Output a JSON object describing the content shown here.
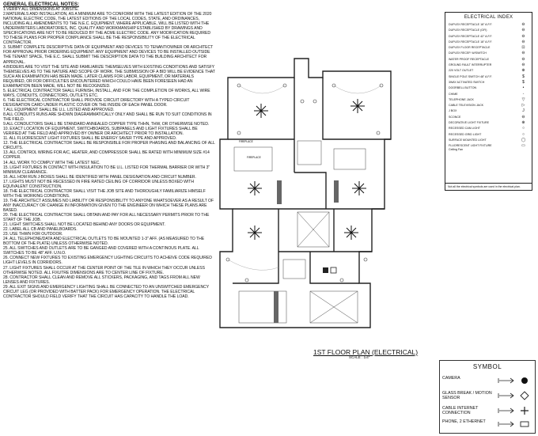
{
  "general_notes": {
    "title": "GENERAL ELECTRICAL NOTES:",
    "items": [
      "1.VERIFY ALL DIMENSIONS AT JOBSITE.",
      "2.MATERIALS AND INSTALLATION, AS A MINIMUM ARE TO CONFORM WITH THE LATEST EDITION OF THE 2020 NATIONAL ELECTRIC CODE, THE LATEST EDITIONS OF THE LOCAL CODES, STATE, AND ORDINANCES, INCLUDING ALL AMENDMENTS TO THE N.E.C. EQUIPMENT, WHERE APPLICABLE, WILL BE LISTED WITH THE UNDERWRITERS LABORATORIES, INC. QUALITY AND WORKMANSHIP ESTABLISHED BY DRAWINGS AND SPECIFICATIONS ARE NOT TO BE REDUCED BY THE ACME ELECTRIC CODE. ANY MODIFICATION REQUIRED TO THESE PLANS FOR PROPER COMPLIANCE SHALL BE THE RESPONSIBILITY OF THE ELECTRICAL CONTRACTOR.",
      "3. SUBMIT COMPLETE DESCRIPTIVE DATA OF EQUIPMENT AND DEVICES TO TENANT/OWNER OR ARCHITECT FOR APPROVAL PRIOR ORDERING EQUIPMENT. ANY EQUIPMENT AND DEVICES TO BE INSTALLED OUTSIDE THE TENANT SPACE, THE E.C. SHALL SUBMIT THE DESCRIPTION DATA TO THE BUILDING ARCHITECT FOR APPROVAL.",
      "4.BIDDERS ARE TO VISIT THE SITE AND FAMILIARIZE THEMSELVES WITH EXISTING CONDITIONS AND SATISFY THEMSELVES AS TO THE NATURE AND SCOPE OF WORK. THE SUBMISSION OF A BID WILL BE EVIDENCE THAT SUCH AN EXAMINATION HAS BEEN MADE. LATER CLAIMS FOR LABOR, EQUIPMENT, OR MATERIALS REQUIRED, OR FOR DIFFICULTIES ENCOUNTERED WHICH COULD HAVE BEEN FORESEEN HAD AN EXAMINATION BEEN MADE, WILL NOT BE RECOGNIZED.",
      "5. ELECTRICAL CONTRACTOR SHALL FURNISH, INSTALL, AND FOR THE COMPLETION OF WORKS, ALL WIRE WAYS, CONDUITS, CONNECTORS, OUTLETS ETC.",
      "6. THE ELECTRICAL CONTRACTOR SHALL PROVIDE CIRCUIT DIRECTORY WITH A TYPED CIRCUIT DESIGNATION CARD UNDER PLASTIC COVER ON THE INSIDE OF EACH PANEL DOOR.",
      "7.ALL EQUIPMENT SHALL BE U.L. LISTED AND APPROVED.",
      "8.ALL CONDUITS RUNS ARE SHOWN DIAGRAMMATICALLY ONLY AND SHALL BE RUN TO SUIT CONDITIONS IN THE FIELD.",
      "9.ALL CONDUCTORS SHALL BE STANDARD ANNEALED COPPER TYPE THHN, THW, OR OTHERWISE NOTED.",
      "10. EXACT LOCATION OF EQUIPMENT, SWITCHBOARDS, SUBPANELS AND LIGHT FIXTURES SHALL BE VERIFIED AT THE FIELD AND APPROVED BY OWNER OR ARCHITECT PRIOR TO INSTALLATION.",
      "11. ALL FLUORESCENT LIGHT FIXTURES SHALL BE ENERGY SAVER TYPE AND APPROVED.",
      "12. THE ELECTRICAL CONTRACTOR SHALL BE RESPONSIBLE FOR PROPER PHASING AND BALANCING OF ALL CIRCUITS.",
      "13. ALL CONTROL WIRING FOR A/C, HEATER, AND COMPRESSOR SHALL BE RATED WITH MINIMUM SIZE #14 COPPER.",
      "14. ALL WORK TO COMPLY WITH THE LATEST NEC.",
      "15. LIGHT FIXTURES IN CONTACT WITH INSULATION TO BE U.L. LISTED FOR THERMAL BARRIER OR WITH 3\" MINIMUM CLEARANCE.",
      "16. ALL HOM RUN J-BOXES SHALL BE IDENTIFIED WITH PANEL DESIGNATION AND CIRCUIT NUMBER.",
      "17. LIGHTS MUST NOT BE RECESSED IN FIRE RATED CEILING OF CORRIDOR UNLESS BOXED WITH EQUIVALENT CONSTRUCTION.",
      "18. THE ELECTRICAL CONTRACTOR SHALL VISIT THE JOB SITE AND THOROUGHLY FAMILIARIZE HIMSELF WITH THE WORKING CONDITIONS.",
      "19. THE ARCHITECT ASSUMES NO LIABILITY OR RESPONSIBILITY TO ANYONE WHATSOEVER AS A RESULT OF ANY INACCURACY OR CHANGE IN INFORMATION GIVEN TO THE ENGINEER ON WHICH THESE PLANS ARE BASED.",
      "20. THE ELECTRICAL CONTRACTOR SHALL OBTAIN AND PAY FOR ALL NECESSARY PERMITS PRIOR TO THE START OF THE JOB.",
      "21. LIGHT SWITCHES SHALL NOT BE LOCATED BEHIND ANY DOORS OR EQUIPMENT.",
      "22. LABEL ALL CB AND PANELBOARDS.",
      "23. USE THWN FOR OUTDOOR.",
      "24. ALL TELEPHONE/DATA AND ELECTRICAL OUTLETS TO BE MOUNTED 1-3\" AFF. (AS MEASURED TO THE BOTTOM OF THE PLATE) UNLESS OTHERWISE NOTED.",
      "25. ALL SWITCHES AND OUTLETS ARE TO BE GANGED AND COVERED WITH A CONTINOUS PLATE. ALL SWITCHES TO BE 48\" AFF. U.N.O.",
      "26. CONNECT NEW FIXTURES TO EXISTING EMERGENCY LIGHTING CIRCUITS TO ACHEIVE CODE REQUIRED LIGHT LEVELS IN CORRIDORS.",
      "27. LIGHT FIXTURES SHALL OCCUR AT THE CENTER POINT OF THE TILE IN WHICH THEY OCCUR UNLESS OTHERWISE NOTED. ALL FIXUTRE DIMENSIONS ARE TO CENTER LINE OF FIXTURE.",
      "28. CONTRACTOR SHALL CLEAN AND REMOVE ALL STICKERS, PACKAGING, AND TAGS FROM ALL NEW LENSES AND FIXTURES.",
      "29. ALL EXIT SIGNS AND EMERGENCY LIGHTING SHALL BE CONNECTED TO AN UNSWITCHED EMERGENCY CIRCUIT LEG (OR PROVIDED WITH BATTER PACK) FOR EMERGENCY OPERATION. THE ELECTRICAL CONTRACTOR SHOULD FIELD VERIFY THAT THE CIRCUIT HAS CAPACITY TO HANDLE THE LOAD."
    ]
  },
  "electrical_index": {
    "title": "ELECTRICAL INDEX",
    "items": [
      {
        "label": "DUPLEX RECEPTACLE 18\" A.F.F.",
        "symbol": "⊖"
      },
      {
        "label": "DUPLEX RECEPTACLE (GFI)",
        "symbol": "⊖"
      },
      {
        "label": "DUPLEX RECEPTACLE 42\" A.F.F.",
        "symbol": "⊖"
      },
      {
        "label": "DUPLEX RECEPTACLE 18\" A.F.F.",
        "symbol": "⊖"
      },
      {
        "label": "DUPLEX FLOOR RECEPTACLE",
        "symbol": "⊡"
      },
      {
        "label": "DUPLEX RECEP. W/SWITCH",
        "symbol": "⊖"
      },
      {
        "label": "WATER PROOF RECEPTACLE",
        "symbol": "⊖"
      },
      {
        "label": "GROUND FAULT INTERRUPTER",
        "symbol": "⊖"
      },
      {
        "label": "220 VOLT OUTLET",
        "symbol": "⊕"
      },
      {
        "label": "SINGLE POLE SWITCH 48\" A.F.F.",
        "symbol": "$"
      },
      {
        "label": "3WAY ACTIVATED SWITCH",
        "symbol": "$"
      },
      {
        "label": "DOORBELL BUTTON",
        "symbol": "•"
      },
      {
        "label": "CHIME",
        "symbol": "◦"
      },
      {
        "label": "TELEPHONE JACK",
        "symbol": "▽"
      },
      {
        "label": "CABLE TELEVISION JACK",
        "symbol": "▷"
      },
      {
        "label": "J BOX",
        "symbol": "J"
      },
      {
        "label": "SCONCE",
        "symbol": "⊖"
      },
      {
        "label": "DECORATIVE LIGHT FIXTURE",
        "symbol": "⊕"
      },
      {
        "label": "RECESSED CAN LIGHT",
        "symbol": "○"
      },
      {
        "label": "RECESSED GRID LIGHT",
        "symbol": "○"
      },
      {
        "label": "SURFACE MOUNTED LIGHT",
        "symbol": "◯"
      },
      {
        "label": "FLUORESCENT LIGHT FIXTURE",
        "symbol": "▭"
      }
    ],
    "ceiling_fan_label": "Ceiling Fan",
    "footer": "Not all the electrical symbols are used in the electrical plan."
  },
  "plan": {
    "title": "1ST FLOOR PLAN (ELECTRICAL)",
    "scale": "SCALE : 1/4\"",
    "room_labels": [
      "FIREPLACE",
      "FIREPLACE"
    ]
  },
  "symbol_legend": {
    "title": "SYMBOL",
    "items": [
      {
        "label": "CAMERA",
        "icon": "filled-circle"
      },
      {
        "label": "GLASS BREAK / MOTION SENSOR",
        "icon": "diamond"
      },
      {
        "label": "CABLE INTERNET CONNECTION",
        "icon": "plus"
      },
      {
        "label": "PHONE, 2 ETHERNET",
        "icon": "rectangle"
      }
    ]
  }
}
